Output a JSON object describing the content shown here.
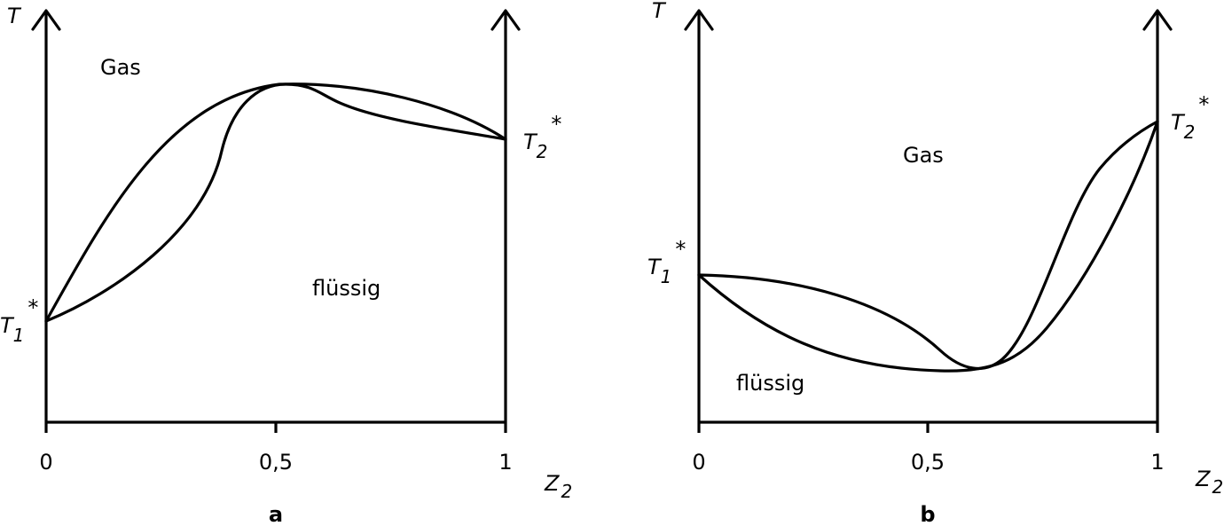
{
  "diagrams": [
    {
      "panel_label": "a",
      "y_axis_label": "T",
      "x_axis_label": {
        "main": "Z",
        "sub": "2"
      },
      "ticks": [
        "0",
        "0,5",
        "1"
      ],
      "region_upper": "Gas",
      "region_lower": "flüssig",
      "left_point": {
        "main": "T",
        "sub": "1",
        "sup": "*"
      },
      "right_point": {
        "main": "T",
        "sub": "2",
        "sup": "*"
      }
    },
    {
      "panel_label": "b",
      "y_axis_label": "T",
      "x_axis_label": {
        "main": "Z",
        "sub": "2"
      },
      "ticks": [
        "0",
        "0,5",
        "1"
      ],
      "region_upper": "Gas",
      "region_lower": "flüssig",
      "left_point": {
        "main": "T",
        "sub": "1",
        "sup": "*"
      },
      "right_point": {
        "main": "T",
        "sub": "2",
        "sup": "*"
      }
    }
  ],
  "colors": {
    "line": "#000000",
    "background": "#ffffff"
  }
}
